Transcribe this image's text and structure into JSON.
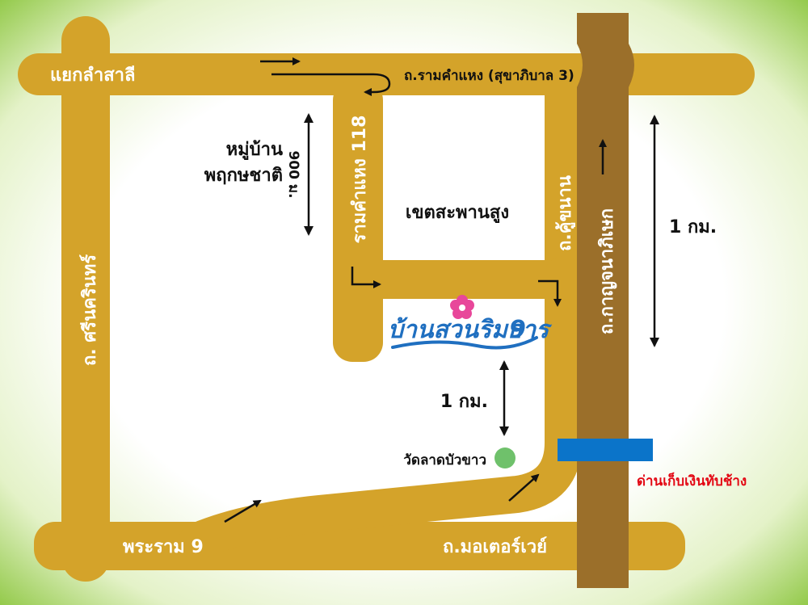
{
  "colors": {
    "background_edge": "#8cc63f",
    "background_center": "#ffffff",
    "road": "#d4a32a",
    "highway": "#9b6f2a",
    "toll_gate": "#0b74c9",
    "temple_dot": "#6fc16b",
    "logo_text": "#1f6fc0",
    "logo_flower": "#e8479a",
    "red_label": "#e30613"
  },
  "roads": {
    "lamsali": "แยกลำสาลี",
    "ramkhamhaeng": "ถ.รามคำแหง (สุขาภิบาล 3)",
    "ramkhamhaeng_118": "รามคำแหง 118",
    "srinakarin": "ถ. ศรีนครินทร์",
    "kanchanaphisek": "ถ.กาญจนาภิเษก",
    "khu_khon": "ถ.คู้ขนาน",
    "rama_9": "พระราม 9",
    "motorway": "ถ.มอเตอร์เวย์"
  },
  "places": {
    "village": [
      "หมู่บ้าน",
      "พฤกษชาติ"
    ],
    "district": "เขตสะพานสูง",
    "temple": "วัดลาดบัวขาว",
    "toll_gate": "ด่านเก็บเงินทับช้าง"
  },
  "distances": {
    "soi_length": "900 ม.",
    "to_temple": "1 กม.",
    "highway_span": "1 กม."
  },
  "logo": {
    "text": "บ้านสวนริมธาร",
    "number": "9"
  },
  "icons": [
    "direction-arrow-icon",
    "u-turn-arrow-icon",
    "double-headed-arrow-icon",
    "flower-icon",
    "temple-dot-icon"
  ]
}
